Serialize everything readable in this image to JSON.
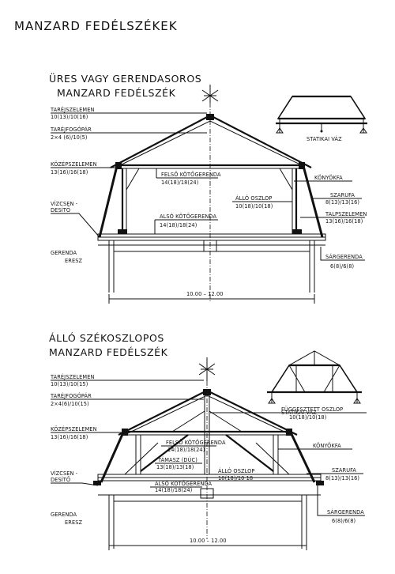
{
  "page_title": "MANZARD FEDÉLSZÉKEK",
  "top": {
    "title_line1": "ÜRES VAGY GERENDASOROS",
    "title_line2": "MANZARD FEDÉLSZÉK",
    "static_label": "STATIKAI VÁZ",
    "labels": {
      "tarejszelemen": "TARÉJSZELEMEN",
      "tarejszelemen_dim": "10(13)/10(16)",
      "tarejfogopar": "TARÉJFOGÓPÁR",
      "tarejfogopar_dim": "2×4 (6)/10(5)",
      "kozepszelemen": "KÖZÉPSZELEMEN",
      "kozepszelemen_dim": "13(16)/16(18)",
      "felso": "FELSŐ KÖTŐGERENDA",
      "felso_dim": "14(18)/18(24)",
      "konyokfa": "KÖNYÖKFA",
      "allo": "ÁLLÓ OSZLOP",
      "allo_dim": "10(18)/10(18)",
      "szarufa": "SZARUFA",
      "szarufa_dim": "8(13)/13(16)",
      "vizcsen": "VÍZCSEN -",
      "vizcsen2": "DESÍTŐ",
      "also": "ALSÓ KÖTŐGERENDA",
      "also_dim": "14(18)/18(24)",
      "talp": "TALPSZELEMEN",
      "talp_dim": "13(16)/16(18)",
      "gerenda": "GERENDA",
      "eresz": "ERESZ",
      "sargerenda": "SÁRGERENDA",
      "sargerenda_dim": "6(8)/6(8)",
      "span": "10.00 – 12.00"
    }
  },
  "bottom": {
    "title_line1": "ÁLLÓ SZÉKOSZLOPOS",
    "title_line2": "MANZARD FEDÉLSZÉK",
    "static_label": "STATIKAI VÁZ",
    "labels": {
      "tarejszelemen": "TARÉJSZELEMEN",
      "tarejszelemen_dim": "10(13)/10(15)",
      "tarejfogopar": "TARÉJFOGÓPÁR",
      "tarejfogopar_dim": "2×4(6)/10(15)",
      "kozepszelemen": "KÖZÉPSZELEMEN",
      "kozepszelemen_dim": "13(16)/16(18)",
      "fuggesztett": "FÜGGESZTETT OSZLOP",
      "fuggesztett_dim": "10(18)/10(18)",
      "felso": "FELSŐ KÖTŐGERENDA",
      "felso_dim": "14(18)/18(24)",
      "konyokfa": "KÖNYÖKFA",
      "tamasz": "TÁMASZ (DÚC)",
      "tamasz_dim": "13(18)/13(18)",
      "vizcsen": "VÍZCSEN -",
      "vizcsen2": "DESÍTŐ",
      "also": "ALSÓ KÖTŐGERENDA",
      "also_dim": "14(18)/18(24)",
      "allo": "ÁLLÓ OSZLOP",
      "allo_dim": "10(18)/10 18",
      "szarufa": "SZARUFA",
      "szarufa_dim": "8(13)/13(16)",
      "gerenda": "GERENDA",
      "eresz": "ERESZ",
      "sargerenda": "SÁRGERENDA",
      "sargerenda_dim": "6(8)/6(8)",
      "span": "10.00 – 12.00"
    }
  }
}
